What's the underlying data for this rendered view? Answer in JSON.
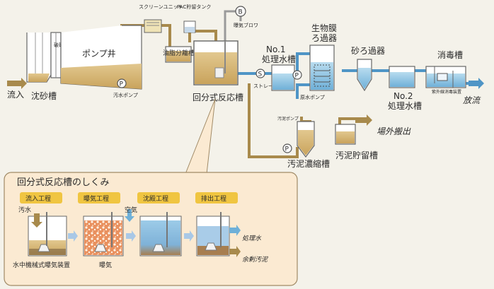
{
  "labels": {
    "inflow": "流入",
    "grit_chamber": "沈砂槽",
    "crusher": "破砕機",
    "pump_well": "ポンプ井",
    "sewage_pump": "汚水ポンプ",
    "screen_unit": "スクリーンユニット",
    "pac_tank": "PAC貯留タンク",
    "blower": "曝気ブロワ",
    "oil_separator": "油脂分離槽",
    "batch_reactor": "回分式反応槽",
    "strainer": "ストレーナ",
    "tank_no1_a": "No.1",
    "tank_no1_b": "処理水槽",
    "raw_water_pump": "原水ポンプ",
    "biofilm_a": "生物膜",
    "biofilm_b": "ろ過器",
    "sand_filter": "砂ろ過器",
    "tank_no2_a": "No.2",
    "tank_no2_b": "処理水槽",
    "disinfection_tank": "消毒槽",
    "uv_device": "紫外線消毒装置",
    "discharge": "放流",
    "sludge_pump": "汚泥ポンプ",
    "offsite_removal": "場外搬出",
    "sludge_storage": "汚泥貯留槽",
    "sludge_thickener": "汚泥濃縮槽",
    "pump_symbol": "P",
    "strainer_symbol": "S",
    "blower_symbol": "B"
  },
  "inset": {
    "title": "回分式反応槽のしくみ",
    "steps": [
      "流入工程",
      "曝気工程",
      "沈殿工程",
      "排出工程"
    ],
    "sewage": "汚水",
    "air": "空気",
    "aerator": "水中機械式曝気装置",
    "aeration": "曝気",
    "treated_water": "処理水",
    "excess_sludge": "余剰汚泥"
  }
}
